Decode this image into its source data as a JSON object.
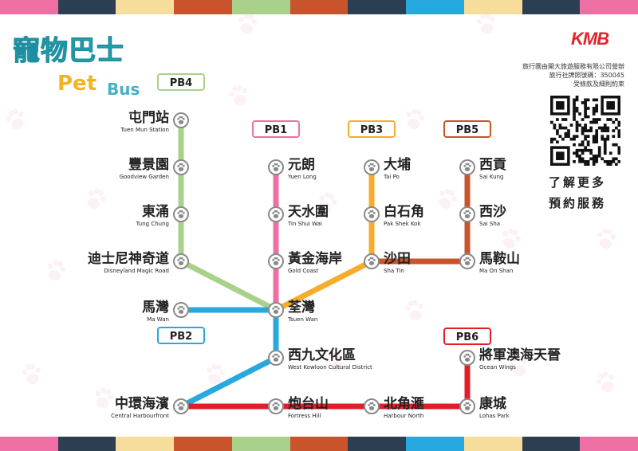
{
  "brand": {
    "title_zh": "寵物巴士",
    "title_en_1": "Pet",
    "title_en_2": "Bus",
    "operator_logo": "KMB"
  },
  "info": {
    "line1": "旅行團由開大旅遊服務有限公司營辦",
    "line2": "旅行社牌照號碼：350045",
    "line3": "受條款及細則約束"
  },
  "cta": {
    "line1": "了解更多",
    "line2": "預約服務"
  },
  "colors": {
    "PB1": "#ee6fa4",
    "PB2": "#27a9df",
    "PB3": "#f7ac2c",
    "PB4": "#a9d18c",
    "PB5": "#c9532a",
    "PB6": "#e31e2a",
    "stripes": [
      "#ee6fa4",
      "#2c3e52",
      "#f7dd9c",
      "#c9532a",
      "#a9d18c",
      "#c9532a",
      "#2c3e52",
      "#27a9df",
      "#f7dd9c",
      "#2c3e52",
      "#ee6fa4"
    ]
  },
  "lines": [
    {
      "id": "PB1",
      "label": "PB1"
    },
    {
      "id": "PB2",
      "label": "PB2"
    },
    {
      "id": "PB3",
      "label": "PB3"
    },
    {
      "id": "PB4",
      "label": "PB4"
    },
    {
      "id": "PB5",
      "label": "PB5"
    },
    {
      "id": "PB6",
      "label": "PB6"
    }
  ],
  "stations": [
    {
      "id": "tuen-mun",
      "zh": "屯門站",
      "en": "Tuen Mun Station"
    },
    {
      "id": "goodview-garden",
      "zh": "豐景園",
      "en": "Goodview Garden"
    },
    {
      "id": "tung-chung",
      "zh": "東涌",
      "en": "Tung Chung"
    },
    {
      "id": "disneyland",
      "zh": "迪士尼神奇道",
      "en": "Disneyland Magic Road"
    },
    {
      "id": "ma-wan",
      "zh": "馬灣",
      "en": "Ma Wan"
    },
    {
      "id": "yuen-long",
      "zh": "元朗",
      "en": "Yuen Long"
    },
    {
      "id": "tin-shui-wai",
      "zh": "天水圍",
      "en": "Tin Shui Wai"
    },
    {
      "id": "gold-coast",
      "zh": "黃金海岸",
      "en": "Gold Coast"
    },
    {
      "id": "tsuen-wan",
      "zh": "荃灣",
      "en": "Tsuen Wan"
    },
    {
      "id": "west-kowloon",
      "zh": "西九文化區",
      "en": "West Kowloon Cultural District"
    },
    {
      "id": "central-harbourfront",
      "zh": "中環海濱",
      "en": "Central Harbourfront"
    },
    {
      "id": "fortress-hill",
      "zh": "炮台山",
      "en": "Fortress Hill"
    },
    {
      "id": "harbour-north",
      "zh": "北角滙",
      "en": "Harbour North"
    },
    {
      "id": "tai-po",
      "zh": "大埔",
      "en": "Tai Po"
    },
    {
      "id": "pak-shek-kok",
      "zh": "白石角",
      "en": "Pak Shek Kok"
    },
    {
      "id": "sha-tin",
      "zh": "沙田",
      "en": "Sha Tin"
    },
    {
      "id": "sai-kung",
      "zh": "西貢",
      "en": "Sai Kung"
    },
    {
      "id": "sai-sha",
      "zh": "西沙",
      "en": "Sai Sha"
    },
    {
      "id": "ma-on-shan",
      "zh": "馬鞍山",
      "en": "Ma On Shan"
    },
    {
      "id": "ocean-wings",
      "zh": "將軍澳海天晉",
      "en": "Ocean Wings"
    },
    {
      "id": "lohas-park",
      "zh": "康城",
      "en": "Lohas Park"
    }
  ],
  "icons": {
    "station": "paw-icon",
    "background": "paw-print-icon",
    "qr": "qr-code"
  }
}
